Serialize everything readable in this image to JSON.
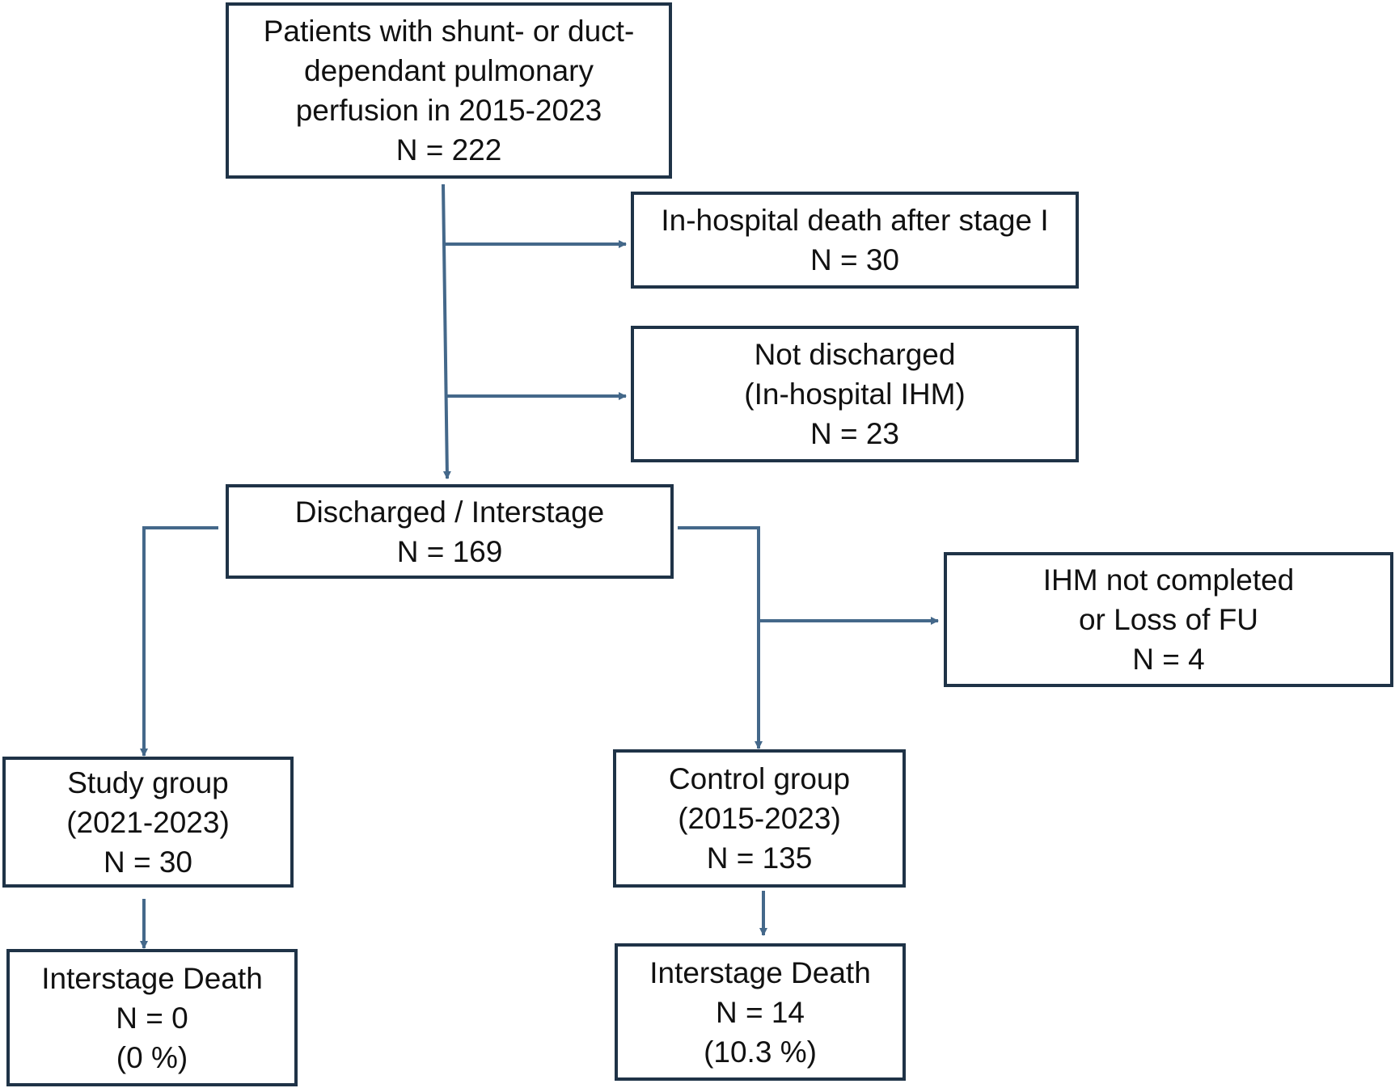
{
  "colors": {
    "box_border": "#1f3347",
    "arrow": "#44688a",
    "text": "#111111"
  },
  "nodes": {
    "total": {
      "lines": [
        "Patients with shunt- or duct-",
        "dependant pulmonary",
        "perfusion in 2015-2023",
        "N = 222"
      ]
    },
    "death_stage1": {
      "lines": [
        "In-hospital death after stage I",
        "N = 30"
      ]
    },
    "not_discharged": {
      "lines": [
        "Not discharged",
        "(In-hospital IHM)",
        "N = 23"
      ]
    },
    "discharged": {
      "lines": [
        "Discharged / Interstage",
        "N = 169"
      ]
    },
    "not_completed": {
      "lines": [
        "IHM not completed",
        "or Loss of FU",
        "N = 4"
      ]
    },
    "study_group": {
      "lines": [
        "Study group",
        "(2021-2023)",
        "N = 30"
      ]
    },
    "control_group": {
      "lines": [
        "Control group",
        "(2015-2023)",
        "N = 135"
      ]
    },
    "study_death": {
      "lines": [
        "Interstage Death",
        "N = 0",
        "(0 %)"
      ]
    },
    "control_death": {
      "lines": [
        "Interstage Death",
        "N = 14",
        "(10.3 %)"
      ]
    }
  }
}
